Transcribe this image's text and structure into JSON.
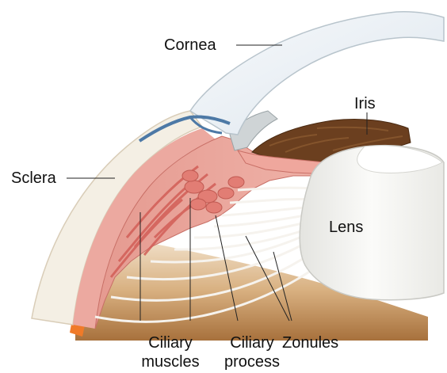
{
  "labels": {
    "cornea": "Cornea",
    "iris": "Iris",
    "sclera": "Sclera",
    "lens": "Lens",
    "ciliary_muscles_line1": "Ciliary",
    "ciliary_muscles_line2": "muscles",
    "ciliary_process_line1": "Ciliary",
    "ciliary_process_line2": "process",
    "zonules": "Zonules"
  },
  "colors": {
    "sclera": "#f4efe4",
    "cornea": "#eef3f7",
    "ciliary_body": "#e8998f",
    "ciliary_muscle": "#d9675f",
    "iris": "#6b3f1f",
    "lens": "#f7f7f5",
    "zonules": "#f3f1ec",
    "choroid": "#b9865a",
    "orange_layer": "#f07a28",
    "vessel": "#4d79a6"
  }
}
